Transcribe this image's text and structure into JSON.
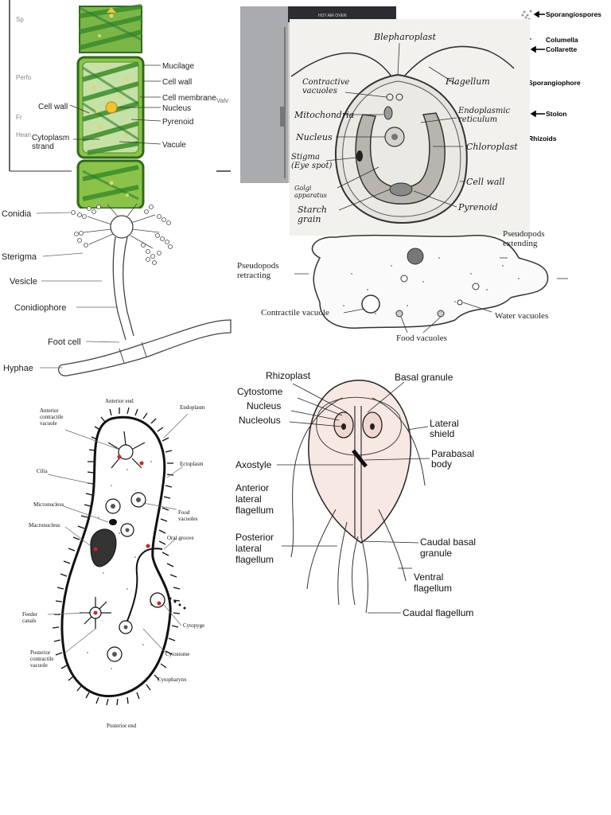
{
  "spirogyra": {
    "left_partial": [
      "Sp",
      "Perfo",
      "Fr",
      "Hean"
    ],
    "labels": [
      "Mucilage",
      "Cell wall",
      "Cell membrane",
      "Nucleus",
      "Pyrenoid",
      "Cytoplasm strand",
      "Vacule"
    ],
    "left_label": "Cell wall",
    "right_partial": "Valv"
  },
  "oven": {
    "panel_text": "HOT AIR OVEN"
  },
  "rhizopus": {
    "labels": [
      "Sporangiospores",
      "Columella",
      "Collarette",
      "Sporangiophore",
      "Stolon",
      "Rhizoids"
    ]
  },
  "chlamydomonas": {
    "labels": [
      "Blepharoplast",
      "Flagellum",
      "Contractive vacuoles",
      "Mitochondria",
      "Endoplasmic reticulum",
      "Nucleus",
      "Chloroplast",
      "Stigma (Eye spot)",
      "Cell wall",
      "Golgi apparatus",
      "Pyrenoid",
      "Starch grain"
    ]
  },
  "aspergillus": {
    "labels": [
      "Conidia",
      "Sterigma",
      "Vesicle",
      "Conidiophore",
      "Foot cell",
      "Hyphae"
    ]
  },
  "amoeba": {
    "labels": [
      "Pseudopods extending",
      "Pseudopods retracting",
      "Contractile vacuole",
      "Water vacuoles",
      "Food vacuoles"
    ]
  },
  "paramecium": {
    "labels": [
      "Anterior end",
      "Endoplasm",
      "Anterior contractile vacuole",
      "Ectoplasm",
      "Cilia",
      "Micronucleus",
      "Food vacuoles",
      "Macronucleus",
      "Oral groove",
      "Feeder canals",
      "Cytopyge",
      "Posterior contractile vacuole",
      "Cytostome",
      "Cytopharynx",
      "Posterior end"
    ]
  },
  "giardia": {
    "labels": [
      "Rhizoplast",
      "Basal granule",
      "Cytostome",
      "Nucleus",
      "Nucleolus",
      "Lateral shield",
      "Axostyle",
      "Parabasal body",
      "Anterior lateral flagellum",
      "Posterior lateral flagellum",
      "Caudal basal granule",
      "Ventral flagellum",
      "Caudal flagellum"
    ]
  }
}
